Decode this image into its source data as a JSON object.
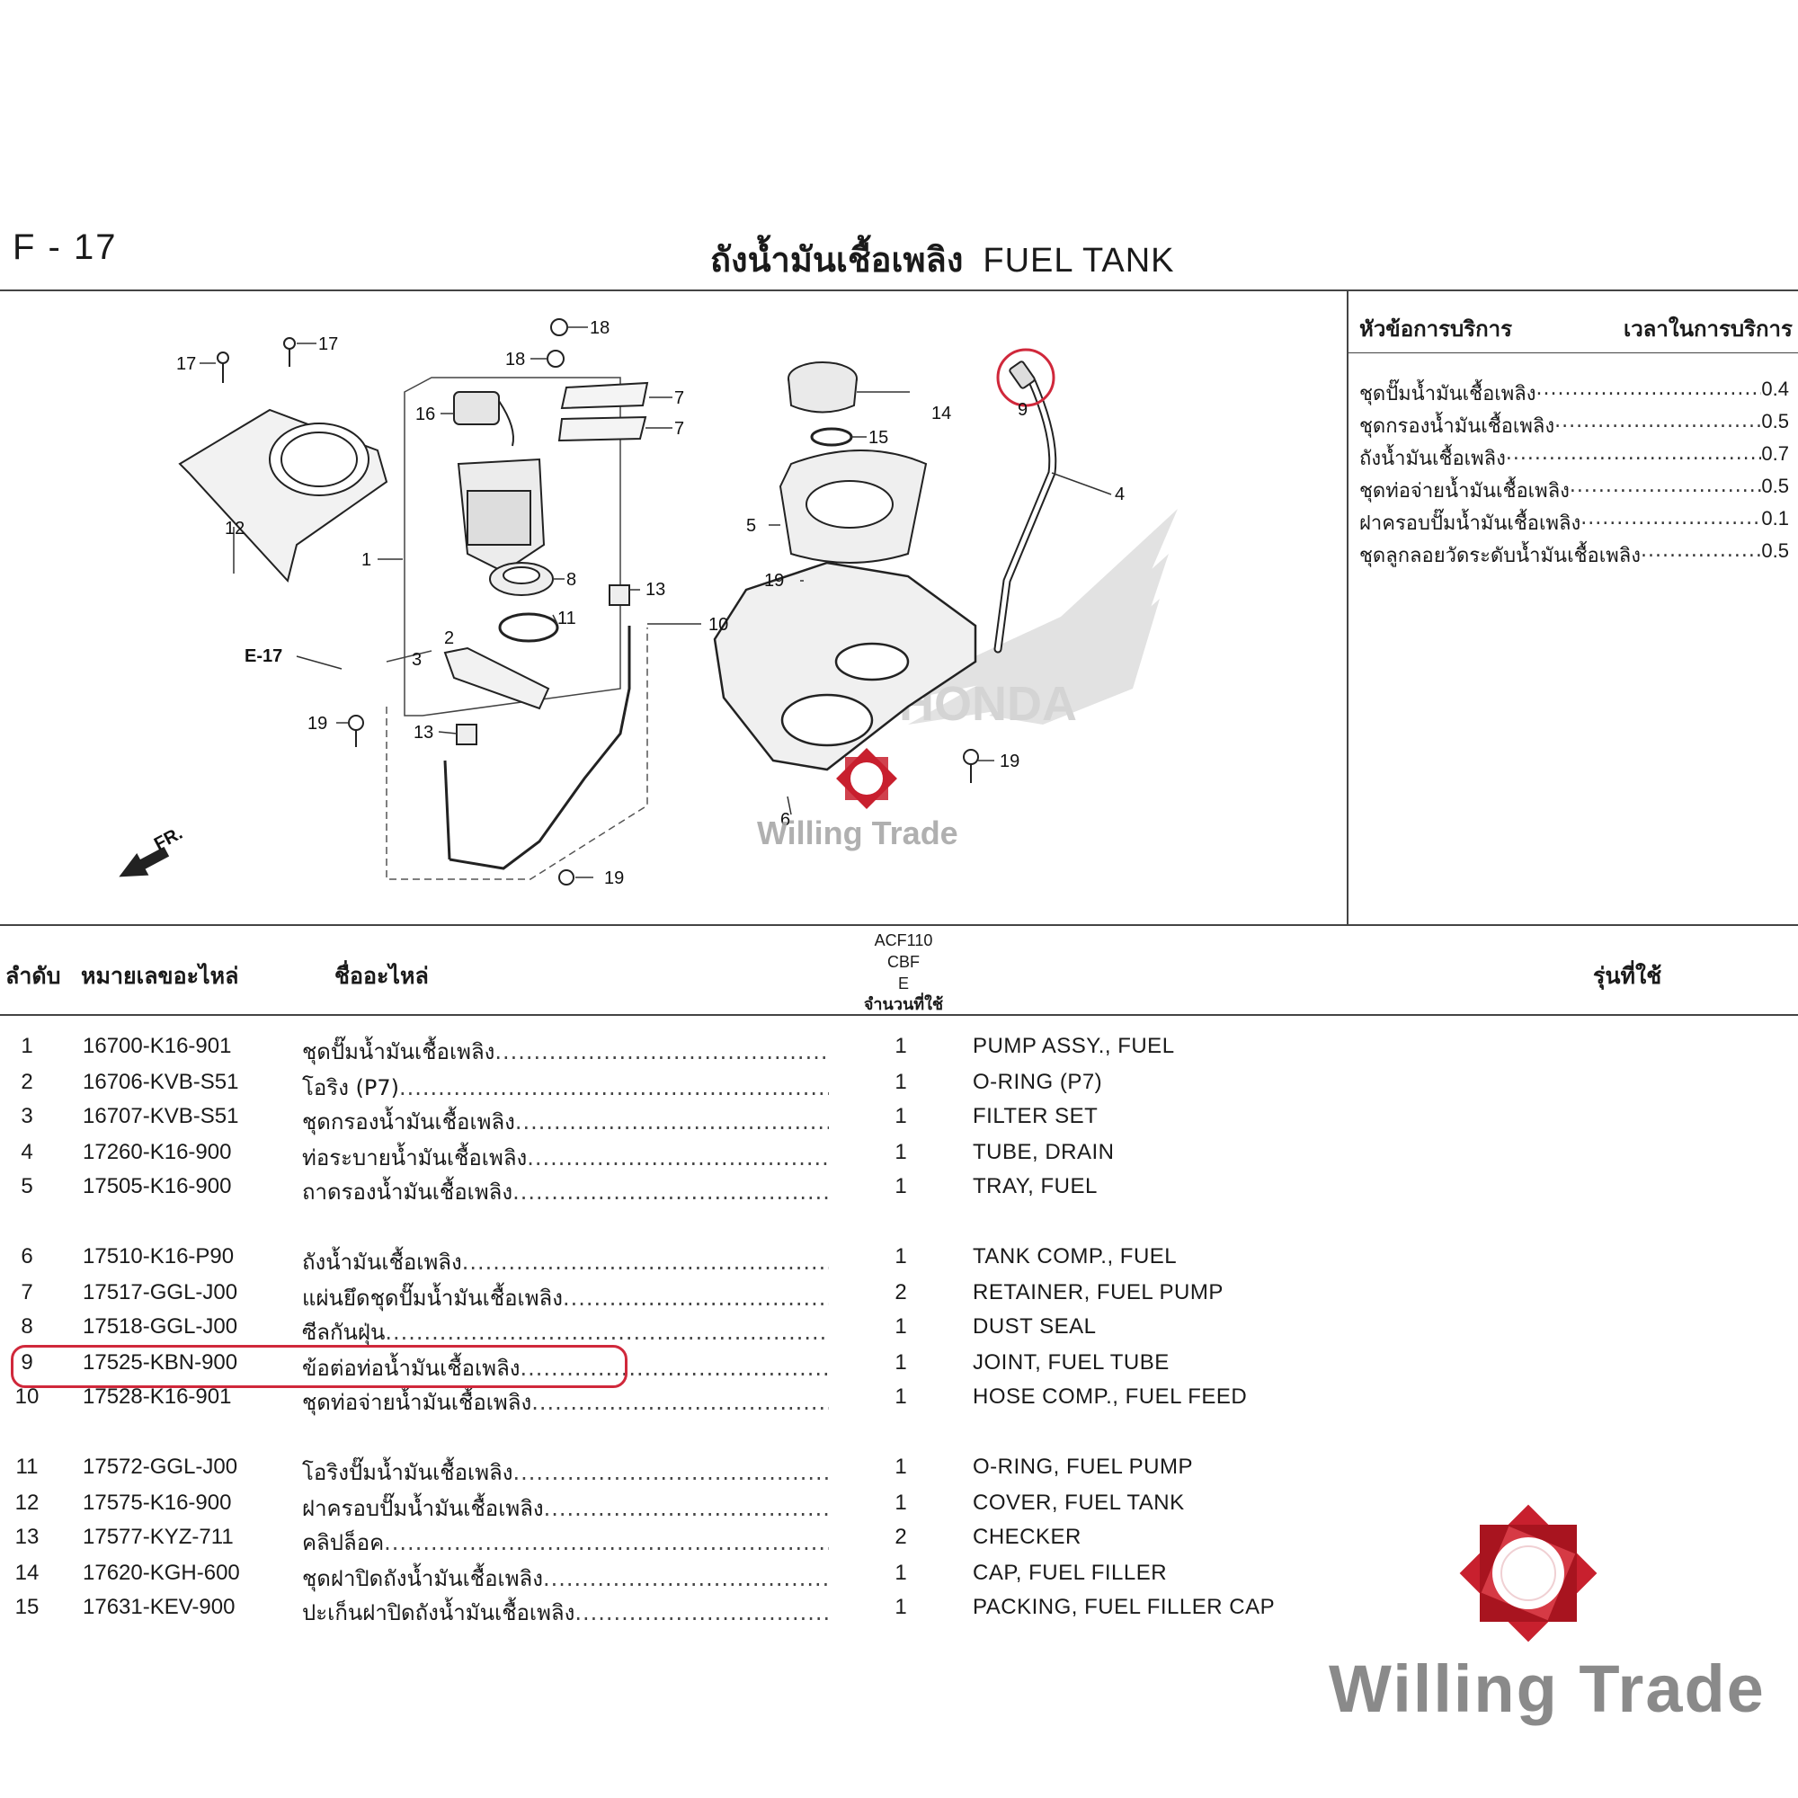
{
  "header": {
    "code": "F - 17",
    "title_th": "ถังน้ำมันเชื้อเพลิง",
    "title_en": "FUEL TANK"
  },
  "diagram": {
    "callouts": [
      "17",
      "17",
      "18",
      "18",
      "7",
      "7",
      "16",
      "14",
      "15",
      "9",
      "4",
      "12",
      "1",
      "5",
      "8",
      "19",
      "13",
      "11",
      "10",
      "2",
      "3",
      "E-17",
      "19",
      "13",
      "19",
      "6",
      "19",
      "FR."
    ],
    "watermark_brand": "HONDA"
  },
  "service": {
    "header_left": "หัวข้อการบริการ",
    "header_right": "เวลาในการบริการ",
    "items": [
      {
        "name": "ชุดปั๊มน้ำมันเชื้อเพลิง",
        "time": "0.4"
      },
      {
        "name": "ชุดกรองน้ำมันเชื้อเพลิง",
        "time": "0.5"
      },
      {
        "name": "ถังน้ำมันเชื้อเพลิง",
        "time": "0.7"
      },
      {
        "name": "ชุดท่อจ่ายน้ำมันเชื้อเพลิง",
        "time": "0.5"
      },
      {
        "name": "ฝาครอบปั๊มน้ำมันเชื้อเพลิง",
        "time": "0.1"
      },
      {
        "name": "ชุดลูกลอยวัดระดับน้ำมันเชื้อเพลิง",
        "time": "0.5"
      }
    ]
  },
  "table": {
    "headers": {
      "no": "ลำดับ",
      "part_no": "หมายเลขอะไหล่",
      "part_name": "ชื่ออะไหล่",
      "model_line1": "ACF110",
      "model_line2": "CBF",
      "model_line3": "E",
      "qty": "จำนวนที่ใช้",
      "model_used": "รุ่นที่ใช้"
    },
    "rows": [
      {
        "no": "1",
        "part_no": "16700-K16-901",
        "name_th": "ชุดปั๊มน้ำมันเชื้อเพลิง",
        "qty": "1",
        "name_en": "PUMP ASSY., FUEL"
      },
      {
        "no": "2",
        "part_no": "16706-KVB-S51",
        "name_th": "โอริง (P7)",
        "qty": "1",
        "name_en": "O-RING (P7)"
      },
      {
        "no": "3",
        "part_no": "16707-KVB-S51",
        "name_th": "ชุดกรองน้ำมันเชื้อเพลิง",
        "qty": "1",
        "name_en": "FILTER SET"
      },
      {
        "no": "4",
        "part_no": "17260-K16-900",
        "name_th": "ท่อระบายน้ำมันเชื้อเพลิง",
        "qty": "1",
        "name_en": "TUBE, DRAIN"
      },
      {
        "no": "5",
        "part_no": "17505-K16-900",
        "name_th": "ถาดรองน้ำมันเชื้อเพลิง",
        "qty": "1",
        "name_en": "TRAY, FUEL"
      },
      {
        "no": "6",
        "part_no": "17510-K16-P90",
        "name_th": "ถังน้ำมันเชื้อเพลิง",
        "qty": "1",
        "name_en": "TANK COMP., FUEL"
      },
      {
        "no": "7",
        "part_no": "17517-GGL-J00",
        "name_th": "แผ่นยึดชุดปั๊มน้ำมันเชื้อเพลิง",
        "qty": "2",
        "name_en": "RETAINER, FUEL PUMP"
      },
      {
        "no": "8",
        "part_no": "17518-GGL-J00",
        "name_th": "ซีลกันฝุ่น",
        "qty": "1",
        "name_en": "DUST SEAL"
      },
      {
        "no": "9",
        "part_no": "17525-KBN-900",
        "name_th": "ข้อต่อท่อน้ำมันเชื้อเพลิง",
        "qty": "1",
        "name_en": "JOINT, FUEL TUBE"
      },
      {
        "no": "10",
        "part_no": "17528-K16-901",
        "name_th": "ชุดท่อจ่ายน้ำมันเชื้อเพลิง",
        "qty": "1",
        "name_en": "HOSE COMP., FUEL FEED"
      },
      {
        "no": "11",
        "part_no": "17572-GGL-J00",
        "name_th": "โอริงปั๊มน้ำมันเชื้อเพลิง",
        "qty": "1",
        "name_en": "O-RING, FUEL PUMP"
      },
      {
        "no": "12",
        "part_no": "17575-K16-900",
        "name_th": "ฝาครอบปั๊มน้ำมันเชื้อเพลิง",
        "qty": "1",
        "name_en": "COVER, FUEL TANK"
      },
      {
        "no": "13",
        "part_no": "17577-KYZ-711",
        "name_th": "คลิปล็อค",
        "qty": "2",
        "name_en": "CHECKER"
      },
      {
        "no": "14",
        "part_no": "17620-KGH-600",
        "name_th": "ชุดฝาปิดถังน้ำมันเชื้อเพลิง",
        "qty": "1",
        "name_en": "CAP, FUEL FILLER"
      },
      {
        "no": "15",
        "part_no": "17631-KEV-900",
        "name_th": "ปะเก็นฝาปิดถังน้ำมันเชื้อเพลิง",
        "qty": "1",
        "name_en": "PACKING, FUEL FILLER CAP"
      }
    ]
  },
  "brand": {
    "name": "Willing Trade",
    "color_red": "#c8202e",
    "color_gray": "#8a8a8a"
  },
  "highlight_color": "#d0283b"
}
